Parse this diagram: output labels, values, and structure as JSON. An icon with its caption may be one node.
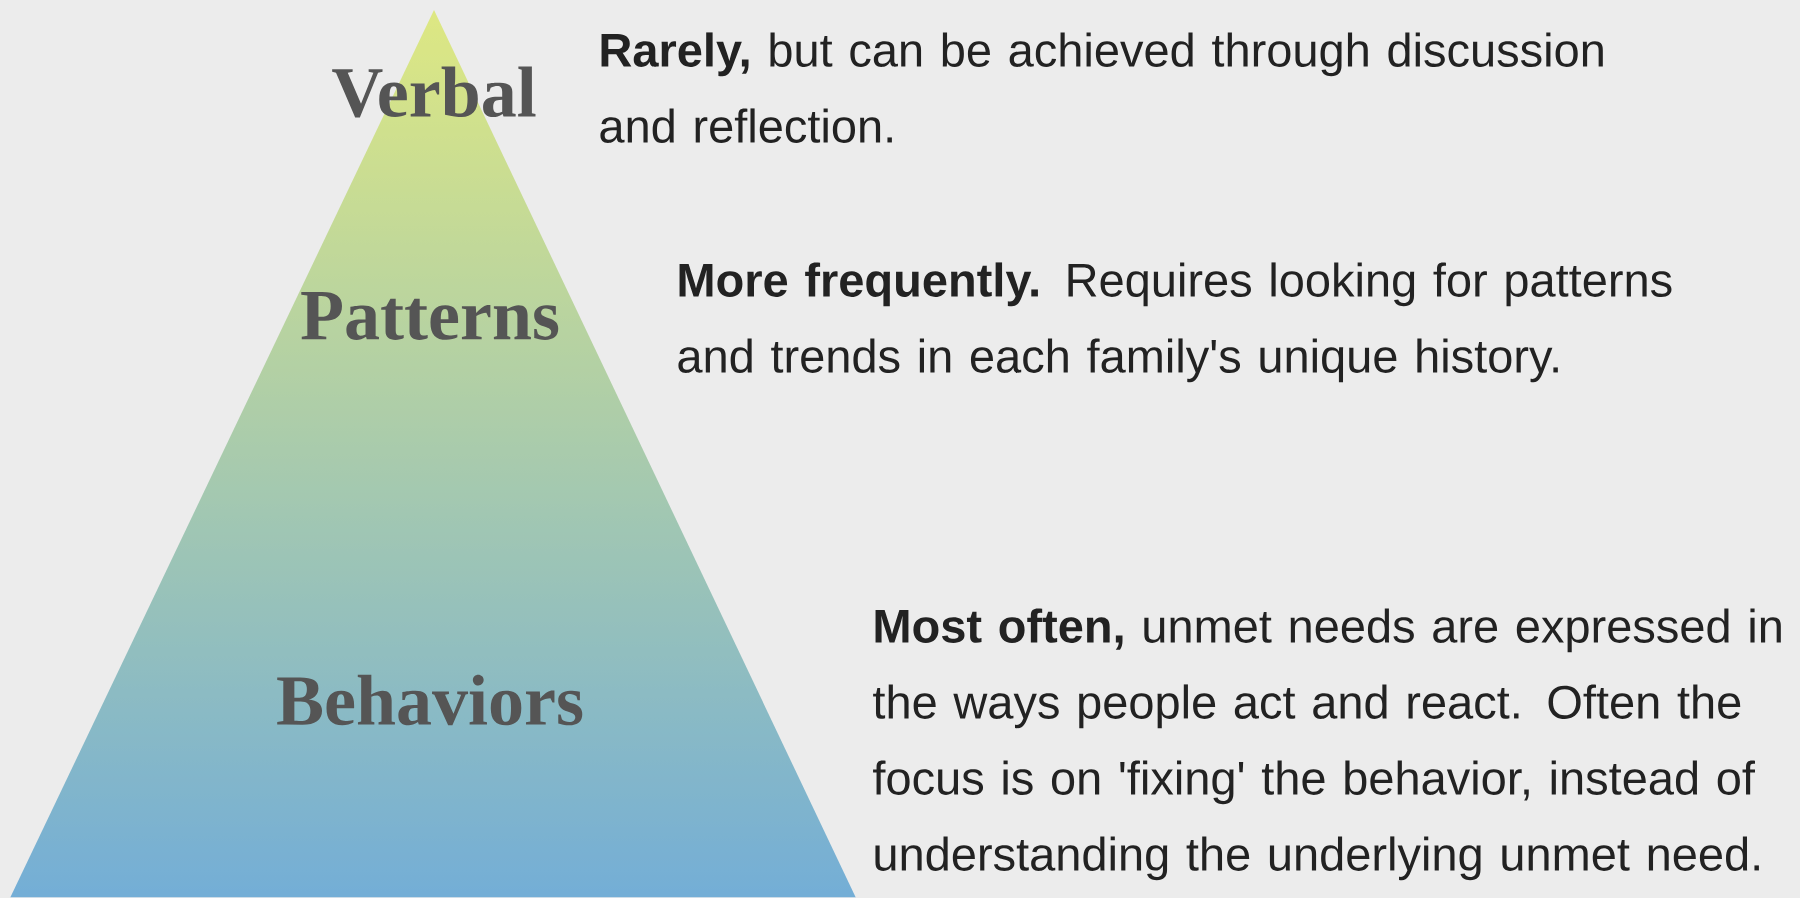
{
  "diagram": {
    "nodes": [
      {
        "text": [
          "Verbal",
          "Patterns",
          "Behaviors"
        ]
      }
    ],
    "labels": [
      "**Rarely,** but can be achieved through discussion and reflection.",
      "**More frequently.** Requires looking for patterns and trends in each family's unique history.",
      "**Most often,** unmet needs are expressed in the ways people act and react. Often the focus is on 'fixing' the behavior, instead of understanding the underlying unmet need."
    ]
  }
}
